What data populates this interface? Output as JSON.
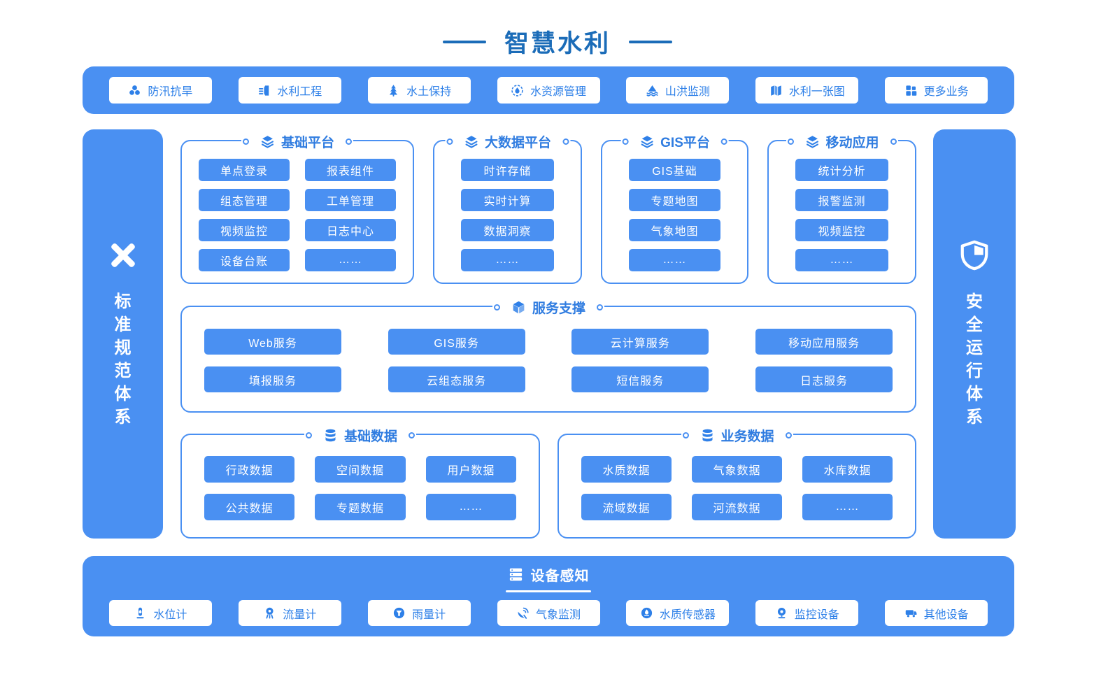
{
  "page_title": "智慧水利",
  "colors": {
    "accent_blue": "#4a90f2",
    "title_blue": "#1b6cb8",
    "section_title_blue": "#2f7ce0",
    "chip_text_blue": "#2e80e8",
    "white": "#ffffff"
  },
  "top_band": {
    "items": [
      {
        "label": "防汛抗旱",
        "icon": "flood-control-icon"
      },
      {
        "label": "水利工程",
        "icon": "water-project-icon"
      },
      {
        "label": "水土保持",
        "icon": "soil-conservation-icon"
      },
      {
        "label": "水资源管理",
        "icon": "water-resources-icon"
      },
      {
        "label": "山洪监测",
        "icon": "mountain-flood-icon"
      },
      {
        "label": "水利一张图",
        "icon": "water-map-icon"
      },
      {
        "label": "更多业务",
        "icon": "more-business-icon"
      }
    ]
  },
  "left_sidebar": {
    "label": "标准规范体系",
    "icon": "ruler-pen-icon"
  },
  "right_sidebar": {
    "label": "安全运行体系",
    "icon": "shield-icon"
  },
  "platform_groups": [
    {
      "title": "基础平台",
      "icon": "layers-icon",
      "columns": 2,
      "items": [
        "单点登录",
        "报表组件",
        "组态管理",
        "工单管理",
        "视频监控",
        "日志中心",
        "设备台账",
        "……"
      ]
    },
    {
      "title": "大数据平台",
      "icon": "layers-icon",
      "columns": 1,
      "items": [
        "时许存储",
        "实时计算",
        "数据洞察",
        "……"
      ]
    },
    {
      "title": "GIS平台",
      "icon": "layers-icon",
      "columns": 1,
      "items": [
        "GIS基础",
        "专题地图",
        "气象地图",
        "……"
      ]
    },
    {
      "title": "移动应用",
      "icon": "layers-icon",
      "columns": 1,
      "items": [
        "统计分析",
        "报警监测",
        "视频监控",
        "……"
      ]
    }
  ],
  "service_section": {
    "title": "服务支撑",
    "icon": "cube-icon",
    "items": [
      "Web服务",
      "GIS服务",
      "云计算服务",
      "移动应用服务",
      "填报服务",
      "云组态服务",
      "短信服务",
      "日志服务"
    ]
  },
  "data_sections": [
    {
      "title": "基础数据",
      "icon": "database-icon",
      "items": [
        "行政数据",
        "空间数据",
        "用户数据",
        "公共数据",
        "专题数据",
        "……"
      ]
    },
    {
      "title": "业务数据",
      "icon": "database-icon",
      "items": [
        "水质数据",
        "气象数据",
        "水库数据",
        "流域数据",
        "河流数据",
        "……"
      ]
    }
  ],
  "bottom_band": {
    "title": "设备感知",
    "icon": "server-icon",
    "items": [
      {
        "label": "水位计",
        "icon": "water-level-icon"
      },
      {
        "label": "流量计",
        "icon": "flow-meter-icon"
      },
      {
        "label": "雨量计",
        "icon": "rain-gauge-icon"
      },
      {
        "label": "气象监测",
        "icon": "weather-monitor-icon"
      },
      {
        "label": "水质传感器",
        "icon": "water-quality-sensor-icon"
      },
      {
        "label": "监控设备",
        "icon": "camera-icon"
      },
      {
        "label": "其他设备",
        "icon": "other-device-icon"
      }
    ]
  }
}
